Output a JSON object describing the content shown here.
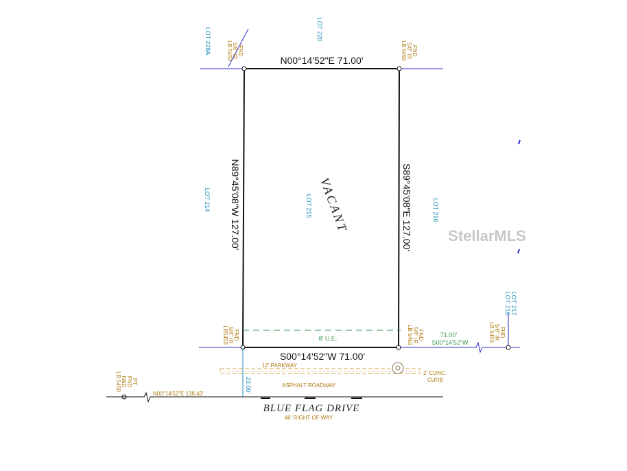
{
  "boundary": {
    "north": "N00°14'52\"E 71.00'",
    "west": "N89°45'08\"W 127.00'",
    "east": "S89°45'08\"E 127.00'",
    "south": "S00°14'52\"W 71.00'"
  },
  "parcel": {
    "status": "VACANT",
    "lot": "LOT 215"
  },
  "lots": {
    "north": "LOT 228",
    "northwest": "LOT 228A",
    "west": "LOT 214",
    "east": "LOT 216",
    "far_east_1": "LOT 217",
    "far_east_2": "LOT 216"
  },
  "monuments": {
    "fnd": "FND",
    "iron": "5/8\" IR",
    "lb": "LB 5450",
    "lb_nospace": "LB5450",
    "pt": "PT",
    "nd": "N&D"
  },
  "easement": "8' U.E.",
  "right_side": {
    "distance": "71.00'",
    "bearing": "S00°14'52\"W"
  },
  "road": {
    "parkway": "12' PARKWAY",
    "curb_1": "2' CONC.",
    "curb_2": "CURB",
    "asphalt": "ASPHALT ROADWAY",
    "offset": "23.00'",
    "tie": "N00°14'52\"E 138.43'",
    "street_name": "BLUE FLAG DRIVE",
    "row": "46' RIGHT OF WAY"
  },
  "watermark": "StellarMLS",
  "colors": {
    "boundary": "#111111",
    "lot_line": "#2b2bd0",
    "label_blue": "#1f8fb8",
    "label_orange": "#b07a10",
    "easement_green": "#3a9a54",
    "parkway_orange": "#d8a85a"
  }
}
